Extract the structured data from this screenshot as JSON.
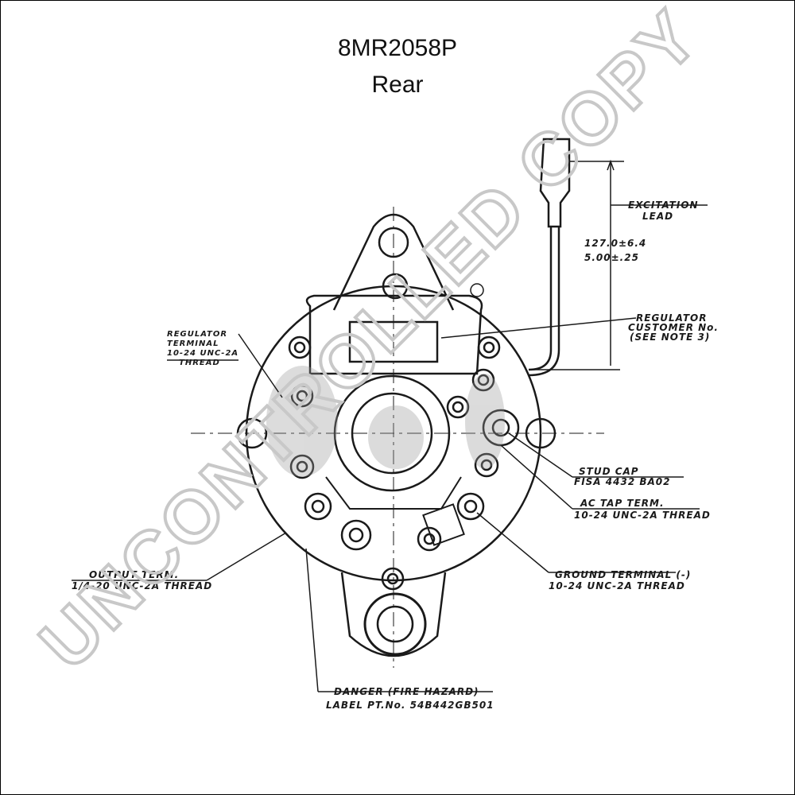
{
  "header": {
    "part_number": "8MR2058P",
    "view": "Rear"
  },
  "watermark": {
    "text": "UNCONTROLLED COPY",
    "color": "#c8c8c8"
  },
  "callouts": {
    "excitation_lead": [
      "EXCITATION",
      "LEAD"
    ],
    "dimension": [
      "127.0±6.4",
      "5.00±.25"
    ],
    "regulator_customer": [
      "REGULATOR",
      "CUSTOMER No.",
      "(SEE NOTE 3)"
    ],
    "regulator_terminal": [
      "REGULATOR",
      "TERMINAL",
      "10-24 UNC-2A",
      "THREAD"
    ],
    "stud_cap": [
      "STUD CAP",
      "FISA 4432 BA02"
    ],
    "ac_tap_term": [
      "AC TAP TERM.",
      "10-24 UNC-2A THREAD"
    ],
    "output_term": [
      "OUTPUT TERM.",
      "1/4-20 UNC-2A THREAD"
    ],
    "ground_terminal": [
      "GROUND TERMINAL (-)",
      "10-24 UNC-2A THREAD"
    ],
    "danger_label": [
      "DANGER (FIRE HAZARD)",
      "LABEL  PT.No. 54B442GB501"
    ]
  },
  "colors": {
    "line": "#1a1a1a",
    "shade": "#9a9a9a"
  }
}
